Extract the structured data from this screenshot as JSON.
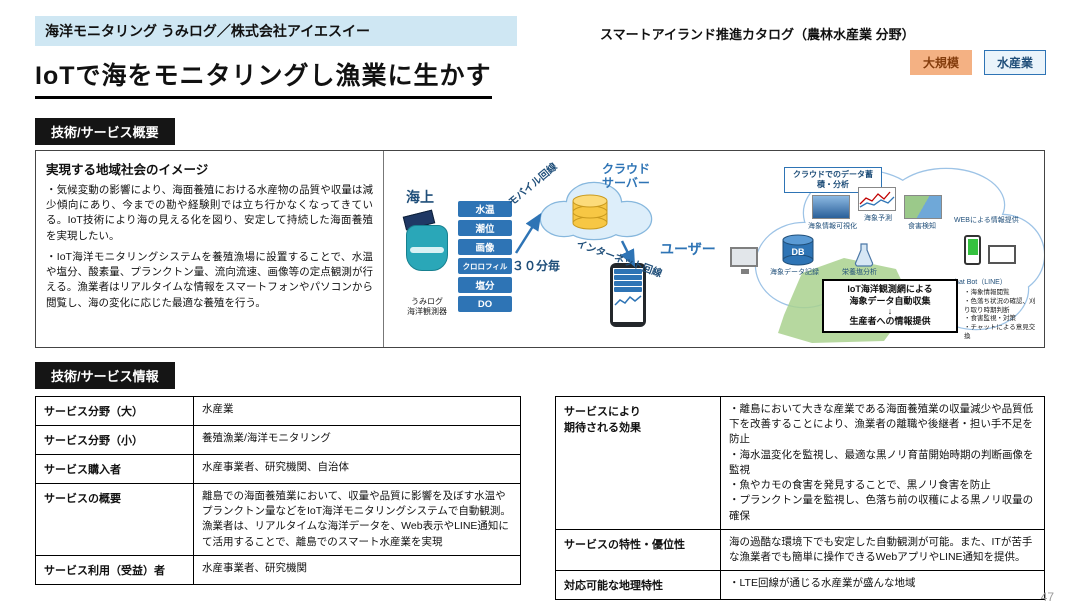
{
  "page_number": "47",
  "header": {
    "product_title": "海洋モニタリング うみログ／株式会社アイエスイー",
    "catalog_title": "スマートアイランド推進カタログ（農林水産業 分野）",
    "tags": [
      {
        "label": "大規模"
      },
      {
        "label": "水産業"
      }
    ],
    "main_title": "IoTで海をモニタリングし漁業に生かす"
  },
  "colors": {
    "header_bg": "#cfe7f3",
    "tag_large_bg": "#f4b183",
    "tag_fishery_bg": "#eaf4fb",
    "accent_blue": "#2e74b5",
    "badge_bg": "#151515",
    "sensor_pill_bg": "#2e74b5",
    "land_green": "#a9d18e"
  },
  "overview": {
    "badge": "技術/サービス概要",
    "community_heading": "実現する地域社会のイメージ",
    "paragraph1": "・気候変動の影響により、海面養殖における水産物の品質や収量は減少傾向にあり、今までの勘や経験則では立ち行かなくなってきている。IoT技術により海の見える化を図り、安定して持続した海面養殖を実現したい。",
    "paragraph2": "・IoT海洋モニタリングシステムを養殖漁場に設置することで、水温や塩分、酸素量、プランクトン量、流向流速、画像等の定点観測が行える。漁業者はリアルタイムな情報をスマートフォンやパソコンから閲覧し、海の変化に応じた最適な養殖を行う。",
    "diagram": {
      "sea_label": "海上",
      "device_caption": "うみログ\n海洋観測器",
      "sensors": [
        "水温",
        "潮位",
        "画像",
        "クロロフィル",
        "塩分",
        "DO"
      ],
      "mobile_line_label": "モバイル回線",
      "interval_label": "３０分毎",
      "cloud_server_label": "クラウド\nサーバー",
      "internet_line_label": "インターネット回線",
      "user_label": "ユーザー",
      "cloud_title": "クラウドでのデータ蓄積・分析",
      "cloud_labels": {
        "visualization": "海象情報可視化",
        "record": "海象データ記録",
        "forecast": "海象予測",
        "damage": "食害検知",
        "nutrient": "栄養塩分析",
        "web": "WEBによる情報提供",
        "chatbot": "Chat Bot（LINE）",
        "db": "DB"
      },
      "flow_box": {
        "line1": "IoT海洋観測網による",
        "line2": "海象データ自動収集",
        "arrow": "↓",
        "line3": "生産者への情報提供"
      },
      "benefit_notes": "・海象情報閲覧\n・色落ち状況の確認、刈り取り時期判断\n・食害監視・対策\n・チャットによる意見交換"
    }
  },
  "info": {
    "badge": "技術/サービス情報",
    "left_table": [
      {
        "label": "サービス分野（大）",
        "value": "水産業"
      },
      {
        "label": "サービス分野（小）",
        "value": "養殖漁業/海洋モニタリング"
      },
      {
        "label": "サービス購入者",
        "value": "水産事業者、研究機関、自治体"
      },
      {
        "label": "サービスの概要",
        "value": "離島での海面養殖業において、収量や品質に影響を及ぼす水温やプランクトン量などをIoT海洋モニタリングシステムで自動観測。漁業者は、リアルタイムな海洋データを、Web表示やLINE通知にて活用することで、離島でのスマート水産業を実現"
      },
      {
        "label": "サービス利用（受益）者",
        "value": "水産事業者、研究機関"
      }
    ],
    "right_table": [
      {
        "label": "サービスにより\n期待される効果",
        "value": "・離島において大きな産業である海面養殖業の収量減少や品質低下を改善することにより、漁業者の離職や後継者・担い手不足を防止\n・海水温変化を監視し、最適な黒ノリ育苗開始時期の判断画像を監視\n・魚やカモの食害を発見することで、黒ノリ食害を防止\n・プランクトン量を監視し、色落ち前の収穫による黒ノリ収量の確保"
      },
      {
        "label": "サービスの特性・優位性",
        "value": "海の過酷な環境下でも安定した自動観測が可能。また、ITが苦手な漁業者でも簡単に操作できるWebアプリやLINE通知を提供。"
      },
      {
        "label": "対応可能な地理特性",
        "value": "・LTE回線が通じる水産業が盛んな地域"
      }
    ]
  }
}
